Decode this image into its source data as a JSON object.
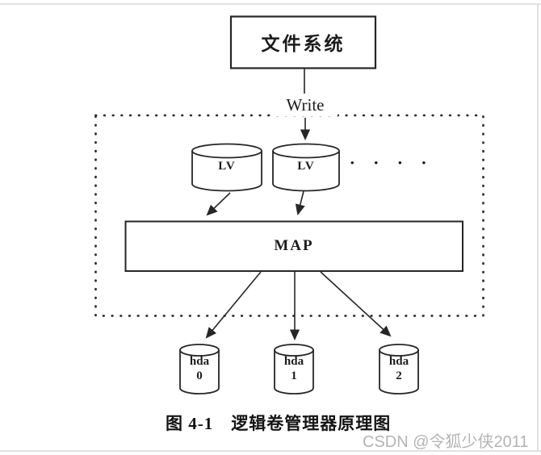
{
  "diagram": {
    "file_system": "文件系统",
    "write": "Write",
    "lv_left": "LV",
    "lv_right": "LV",
    "ellipsis": "••••",
    "map": "MAP",
    "disks": [
      {
        "name": "hda",
        "num": "0"
      },
      {
        "name": "hda",
        "num": "1"
      },
      {
        "name": "hda",
        "num": "2"
      }
    ]
  },
  "caption": "图 4-1　逻辑卷管理器原理图",
  "watermark": "CSDN @令狐少侠2011",
  "colors": {
    "line": "#262626",
    "text": "#1c1c1c",
    "watermark": "#b4b4b4",
    "background": "#ffffff",
    "scan_edge": "#e2e2e2"
  }
}
